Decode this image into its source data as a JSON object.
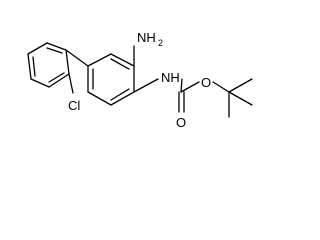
{
  "molecule": {
    "labels": {
      "nh2": "NH",
      "nh2_sub": "2",
      "nh": "NH",
      "o_ester": "O",
      "o_carbonyl": "O",
      "cl": "Cl"
    },
    "colors": {
      "bond": "#000000",
      "text": "#000000",
      "background": "#ffffff"
    }
  }
}
